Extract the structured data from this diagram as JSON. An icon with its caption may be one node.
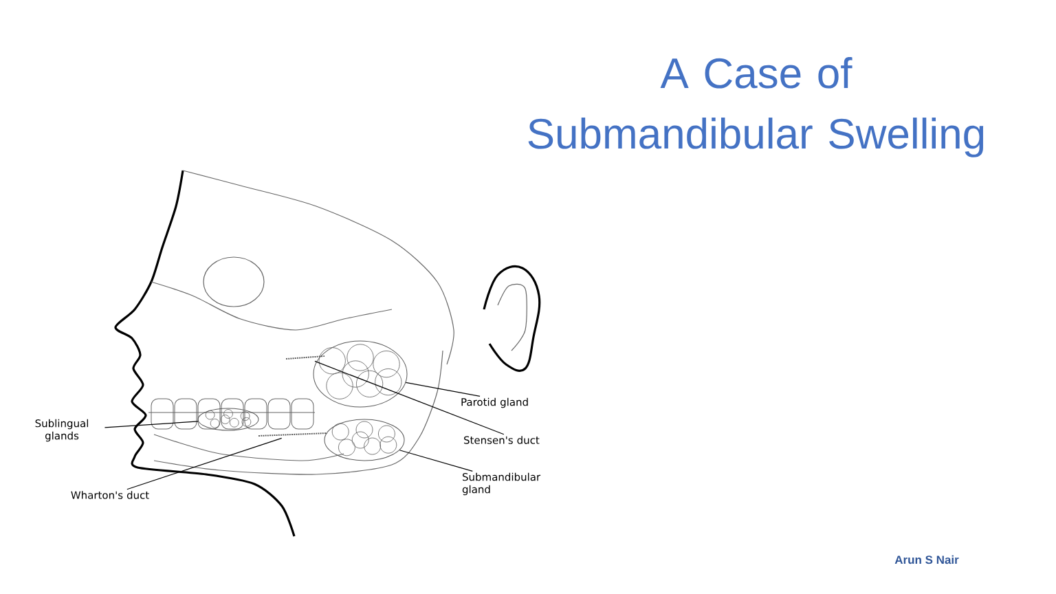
{
  "diagram": {
    "title": "A Case of Submandibular Swelling",
    "nodes": [
      {
        "text": [
          "Parotid gland"
        ]
      },
      {
        "text": [
          "Stensen's duct"
        ]
      },
      {
        "text": [
          "Submandibular gland"
        ]
      },
      {
        "text": [
          "Sublingual glands"
        ]
      },
      {
        "text": [
          "Wharton's duct"
        ]
      },
      {
        "text": [],
        "shape": "picture"
      },
      {
        "text": [],
        "shape": "picture"
      },
      {
        "text": [],
        "shape": "picture"
      },
      {
        "text": [],
        "shape": "picture"
      },
      {
        "text": [],
        "shape": "picture"
      }
    ],
    "edges": [
      {
        "from": 0,
        "to": 5,
        "arrow": "none"
      },
      {
        "from": 1,
        "to": 6,
        "arrow": "none"
      },
      {
        "from": 2,
        "to": 7,
        "arrow": "none"
      },
      {
        "from": 3,
        "to": 8,
        "arrow": "none"
      },
      {
        "from": 4,
        "to": 9,
        "arrow": "none"
      }
    ],
    "labels": [
      "Arun S Nair"
    ]
  }
}
